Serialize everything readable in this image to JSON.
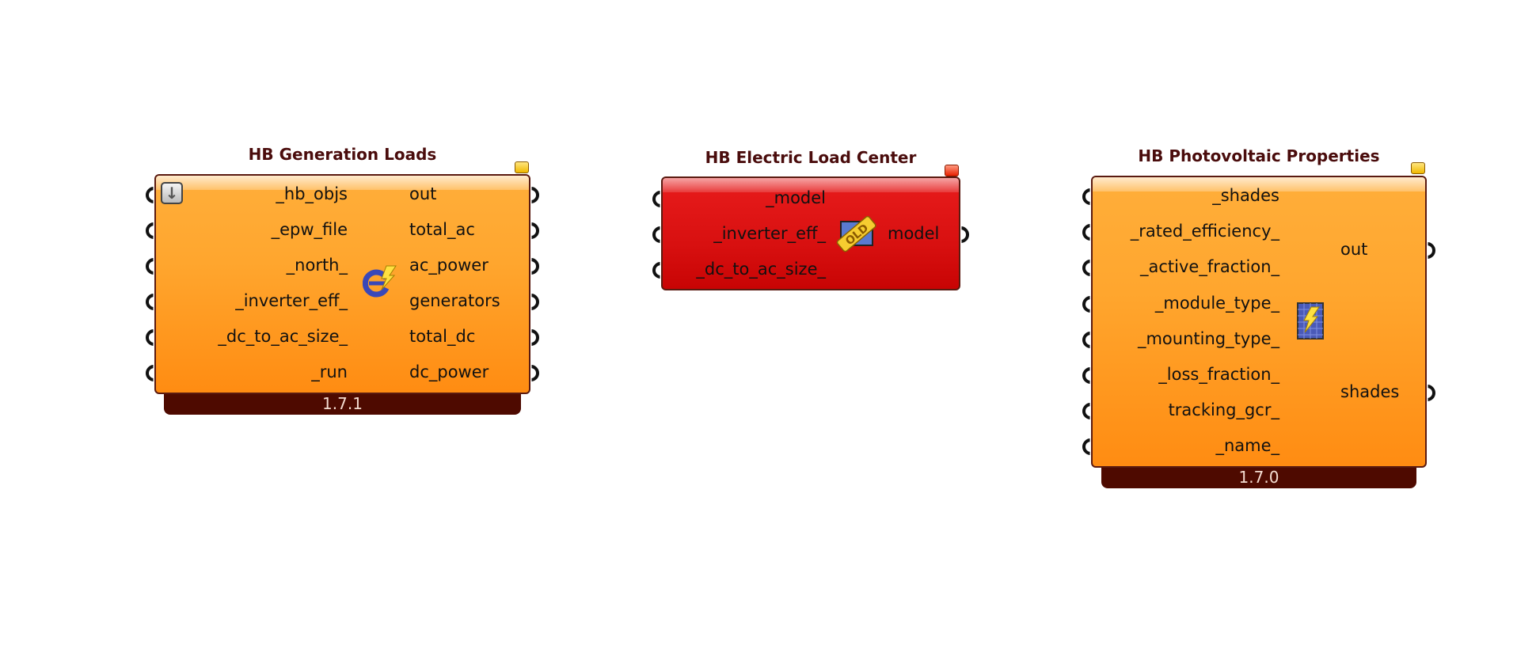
{
  "components": [
    {
      "title": "HB Generation Loads",
      "version": "1.7.1",
      "inputs": [
        "_hb_objs",
        "_epw_file",
        "_north_",
        "_inverter_eff_",
        "_dc_to_ac_size_",
        "_run"
      ],
      "outputs": [
        "out",
        "total_ac",
        "ac_power",
        "generators",
        "total_dc",
        "dc_power"
      ],
      "icon": "generation-loads-icon",
      "state": "normal",
      "color": "#ff9a22"
    },
    {
      "title": "HB Electric Load Center",
      "inputs": [
        "_model",
        "_inverter_eff_",
        "_dc_to_ac_size_"
      ],
      "outputs": [
        "model"
      ],
      "icon": "old-component-icon",
      "icon_text": "OLD",
      "state": "error",
      "color": "#d81010"
    },
    {
      "title": "HB Photovoltaic Properties",
      "version": "1.7.0",
      "inputs": [
        "_shades",
        "_rated_efficiency_",
        "_active_fraction_",
        "_module_type_",
        "_mounting_type_",
        "_loss_fraction_",
        "tracking_gcr_",
        "_name_"
      ],
      "outputs": [
        "out",
        "shades"
      ],
      "icon": "photovoltaic-panel-icon",
      "state": "normal",
      "color": "#ff9a22"
    }
  ]
}
